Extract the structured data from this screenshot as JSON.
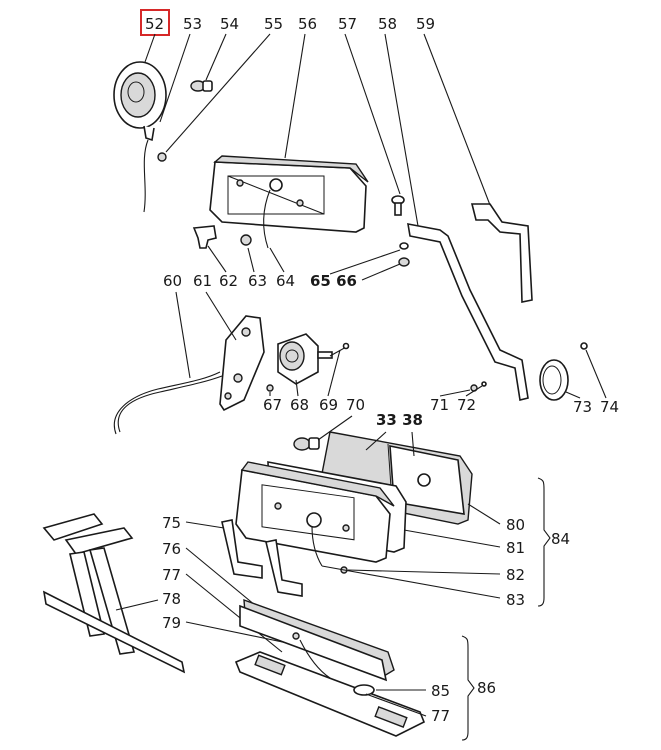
{
  "labels": {
    "l52": "52",
    "l53": "53",
    "l54": "54",
    "l55": "55",
    "l56": "56",
    "l57": "57",
    "l58": "58",
    "l59": "59",
    "l60": "60",
    "l61": "61",
    "l62": "62",
    "l63": "63",
    "l64": "64",
    "l65_66": "65 66",
    "l67": "67",
    "l68": "68",
    "l69": "69",
    "l70": "70",
    "l71": "71",
    "l72": "72",
    "l73": "73",
    "l74": "74",
    "l33_38": "33 38",
    "l80": "80",
    "l81": "81",
    "l82": "82",
    "l83": "83",
    "l84": "84",
    "l75": "75",
    "l76": "76",
    "l77a": "77",
    "l78": "78",
    "l79": "79",
    "l85": "85",
    "l86": "86",
    "l77b": "77"
  },
  "highlight": {
    "target": "52",
    "color": "#d62828"
  }
}
